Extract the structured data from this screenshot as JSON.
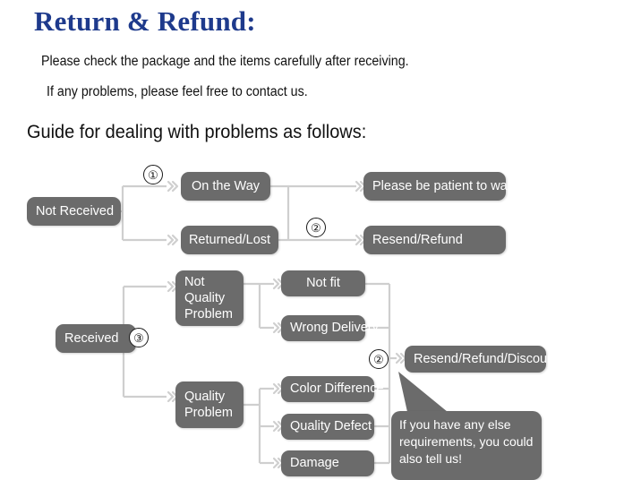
{
  "header": {
    "title": "Return & Refund:",
    "line1": "Please check the package and the items carefully after receiving.",
    "line2": "If any problems, please feel free to contact us.",
    "guide_heading": "Guide for dealing with problems as follows:"
  },
  "colors": {
    "title": "#1e3a8c",
    "node_fill": "#6b6b6b",
    "node_text": "#ffffff",
    "wire": "#cfcfcf",
    "body_text": "#111111",
    "background": "#ffffff"
  },
  "flow": {
    "nodes": {
      "not_received": "Not Received",
      "on_the_way": "On the Way",
      "returned_lost": "Returned/Lost",
      "please_wait": "Please be patient to wait",
      "resend_refund": "Resend/Refund",
      "received": "Received",
      "not_quality_problem": "Not\nQuality\nProblem",
      "quality_problem": "Quality\nProblem",
      "not_fit": "Not fit",
      "wrong_delivery": "Wrong Delivery",
      "color_difference": "Color Difference",
      "quality_defect": "Quality Defect",
      "damage": "Damage",
      "resend_refund_discount": "Resend/Refund/Discount"
    },
    "markers": {
      "m1": "①",
      "m2_top": "②",
      "m3": "③",
      "m2_bottom": "②"
    },
    "callout": "If you have any else requirements, you could also tell us!"
  }
}
